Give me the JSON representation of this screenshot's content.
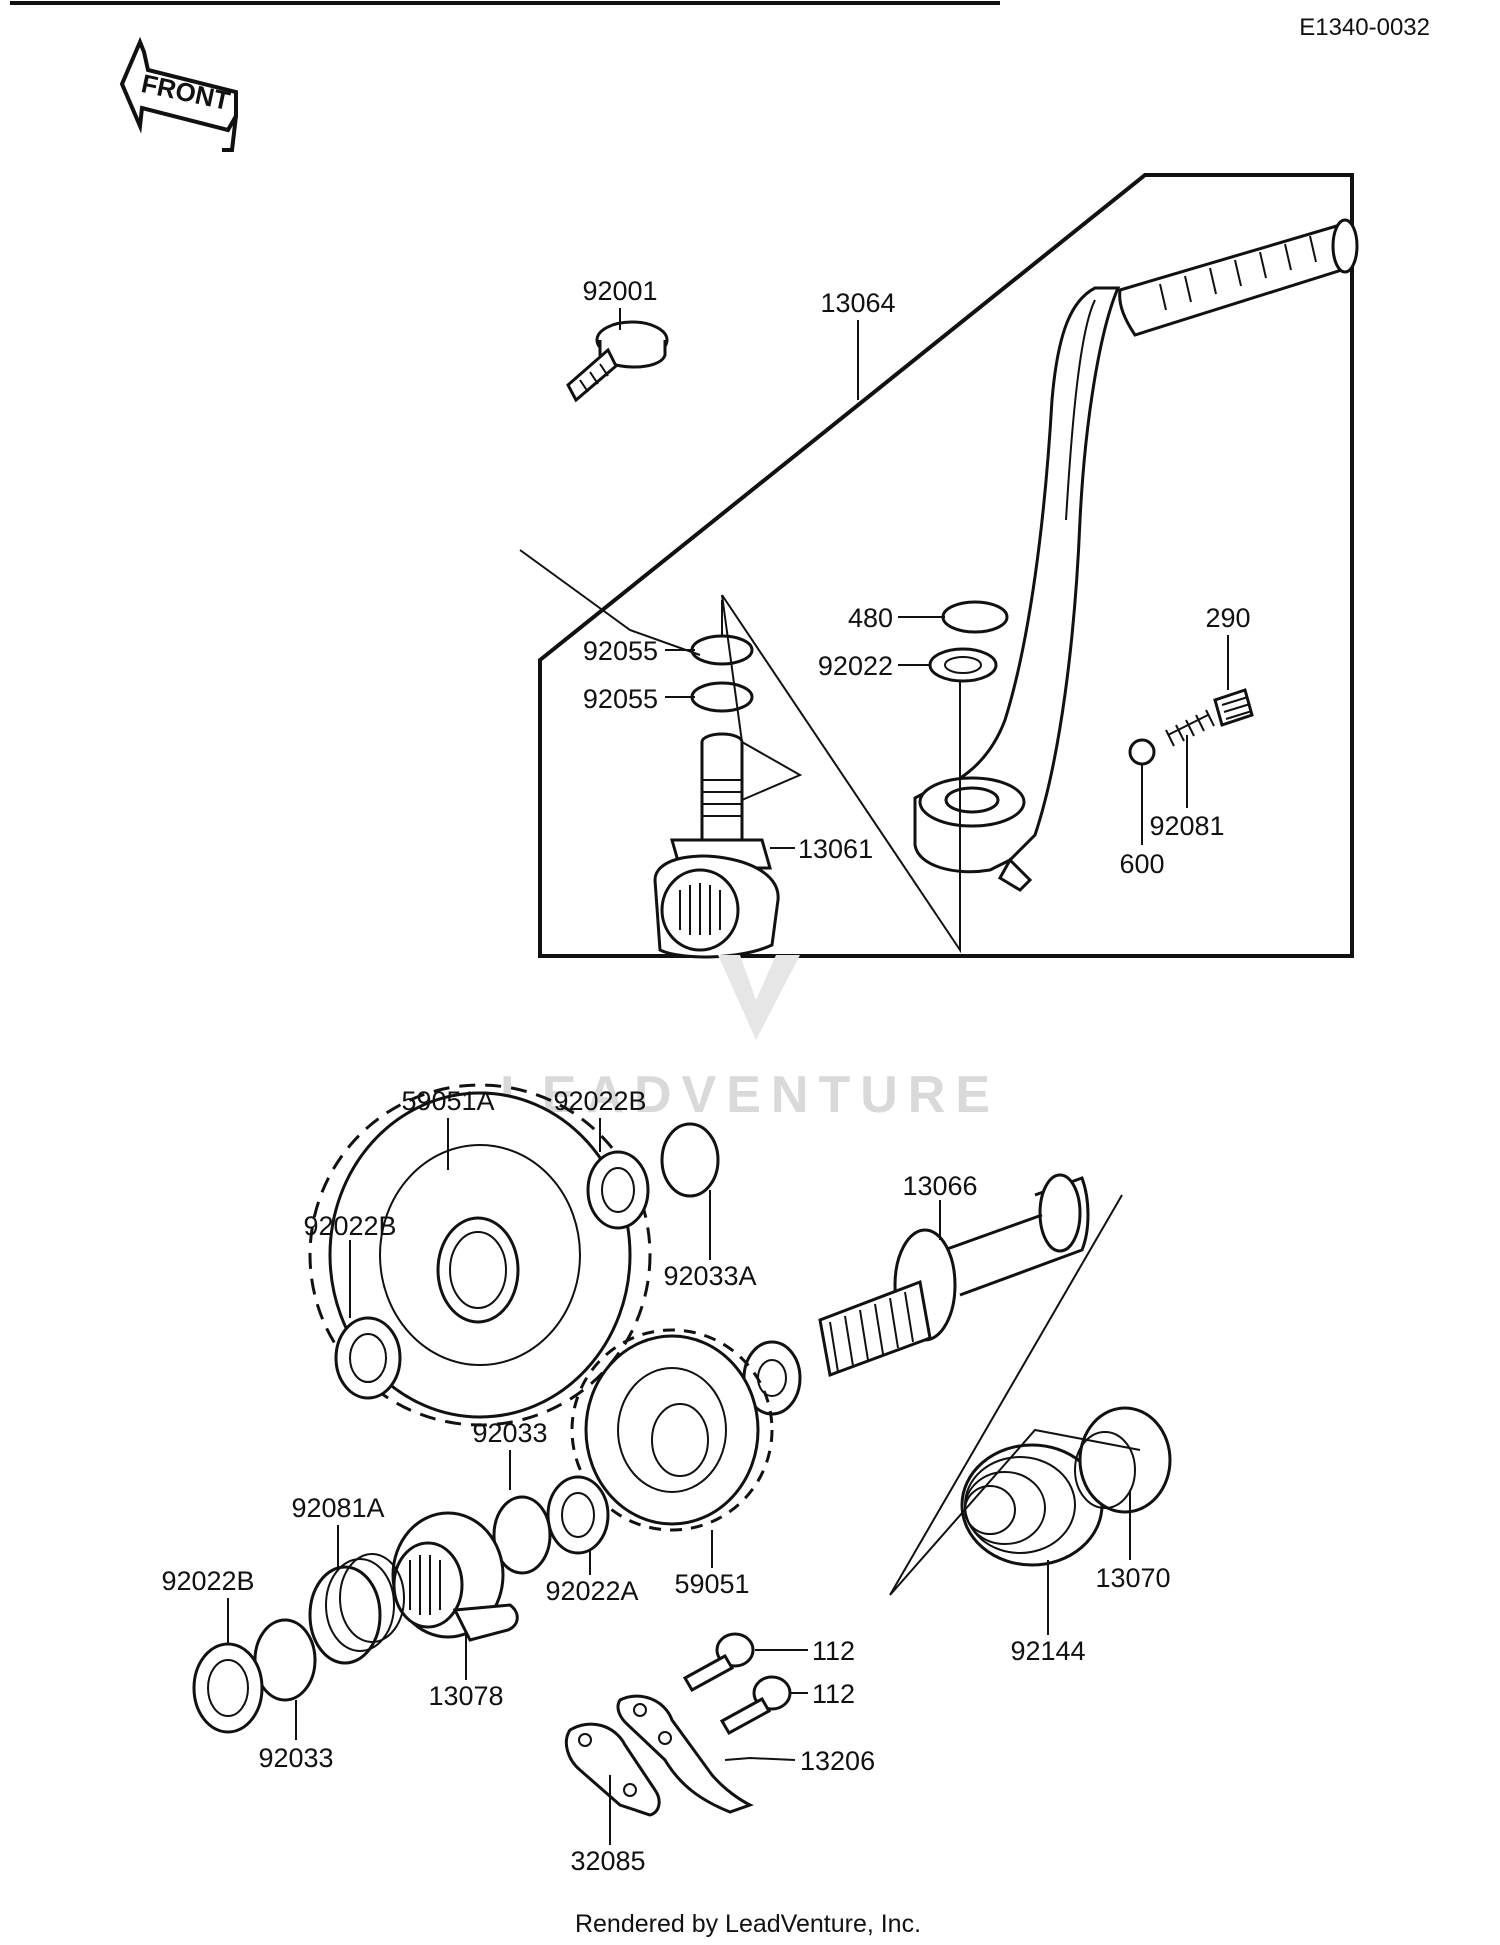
{
  "diagram_code": "E1340-0032",
  "front_label": "FRONT",
  "watermark": "LEADVENTURE",
  "footer": "Rendered by LeadVenture, Inc.",
  "parts": {
    "p13064": "13064",
    "p92001": "92001",
    "p92055a": "92055",
    "p92055b": "92055",
    "p13061": "13061",
    "p480": "480",
    "p92022": "92022",
    "p290": "290",
    "p92081": "92081",
    "p600": "600",
    "p59051A": "59051A",
    "p92022B_top": "92022B",
    "p92033A": "92033A",
    "p13066": "13066",
    "p92022B_left": "92022B",
    "p92033_mid": "92033",
    "p92081A": "92081A",
    "p92022B_bottom": "92022B",
    "p92022A": "92022A",
    "p59051": "59051",
    "p13078": "13078",
    "p92033_bottom": "92033",
    "p112a": "112",
    "p112b": "112",
    "p13206": "13206",
    "p32085": "32085",
    "p92144": "92144",
    "p13070": "13070"
  }
}
